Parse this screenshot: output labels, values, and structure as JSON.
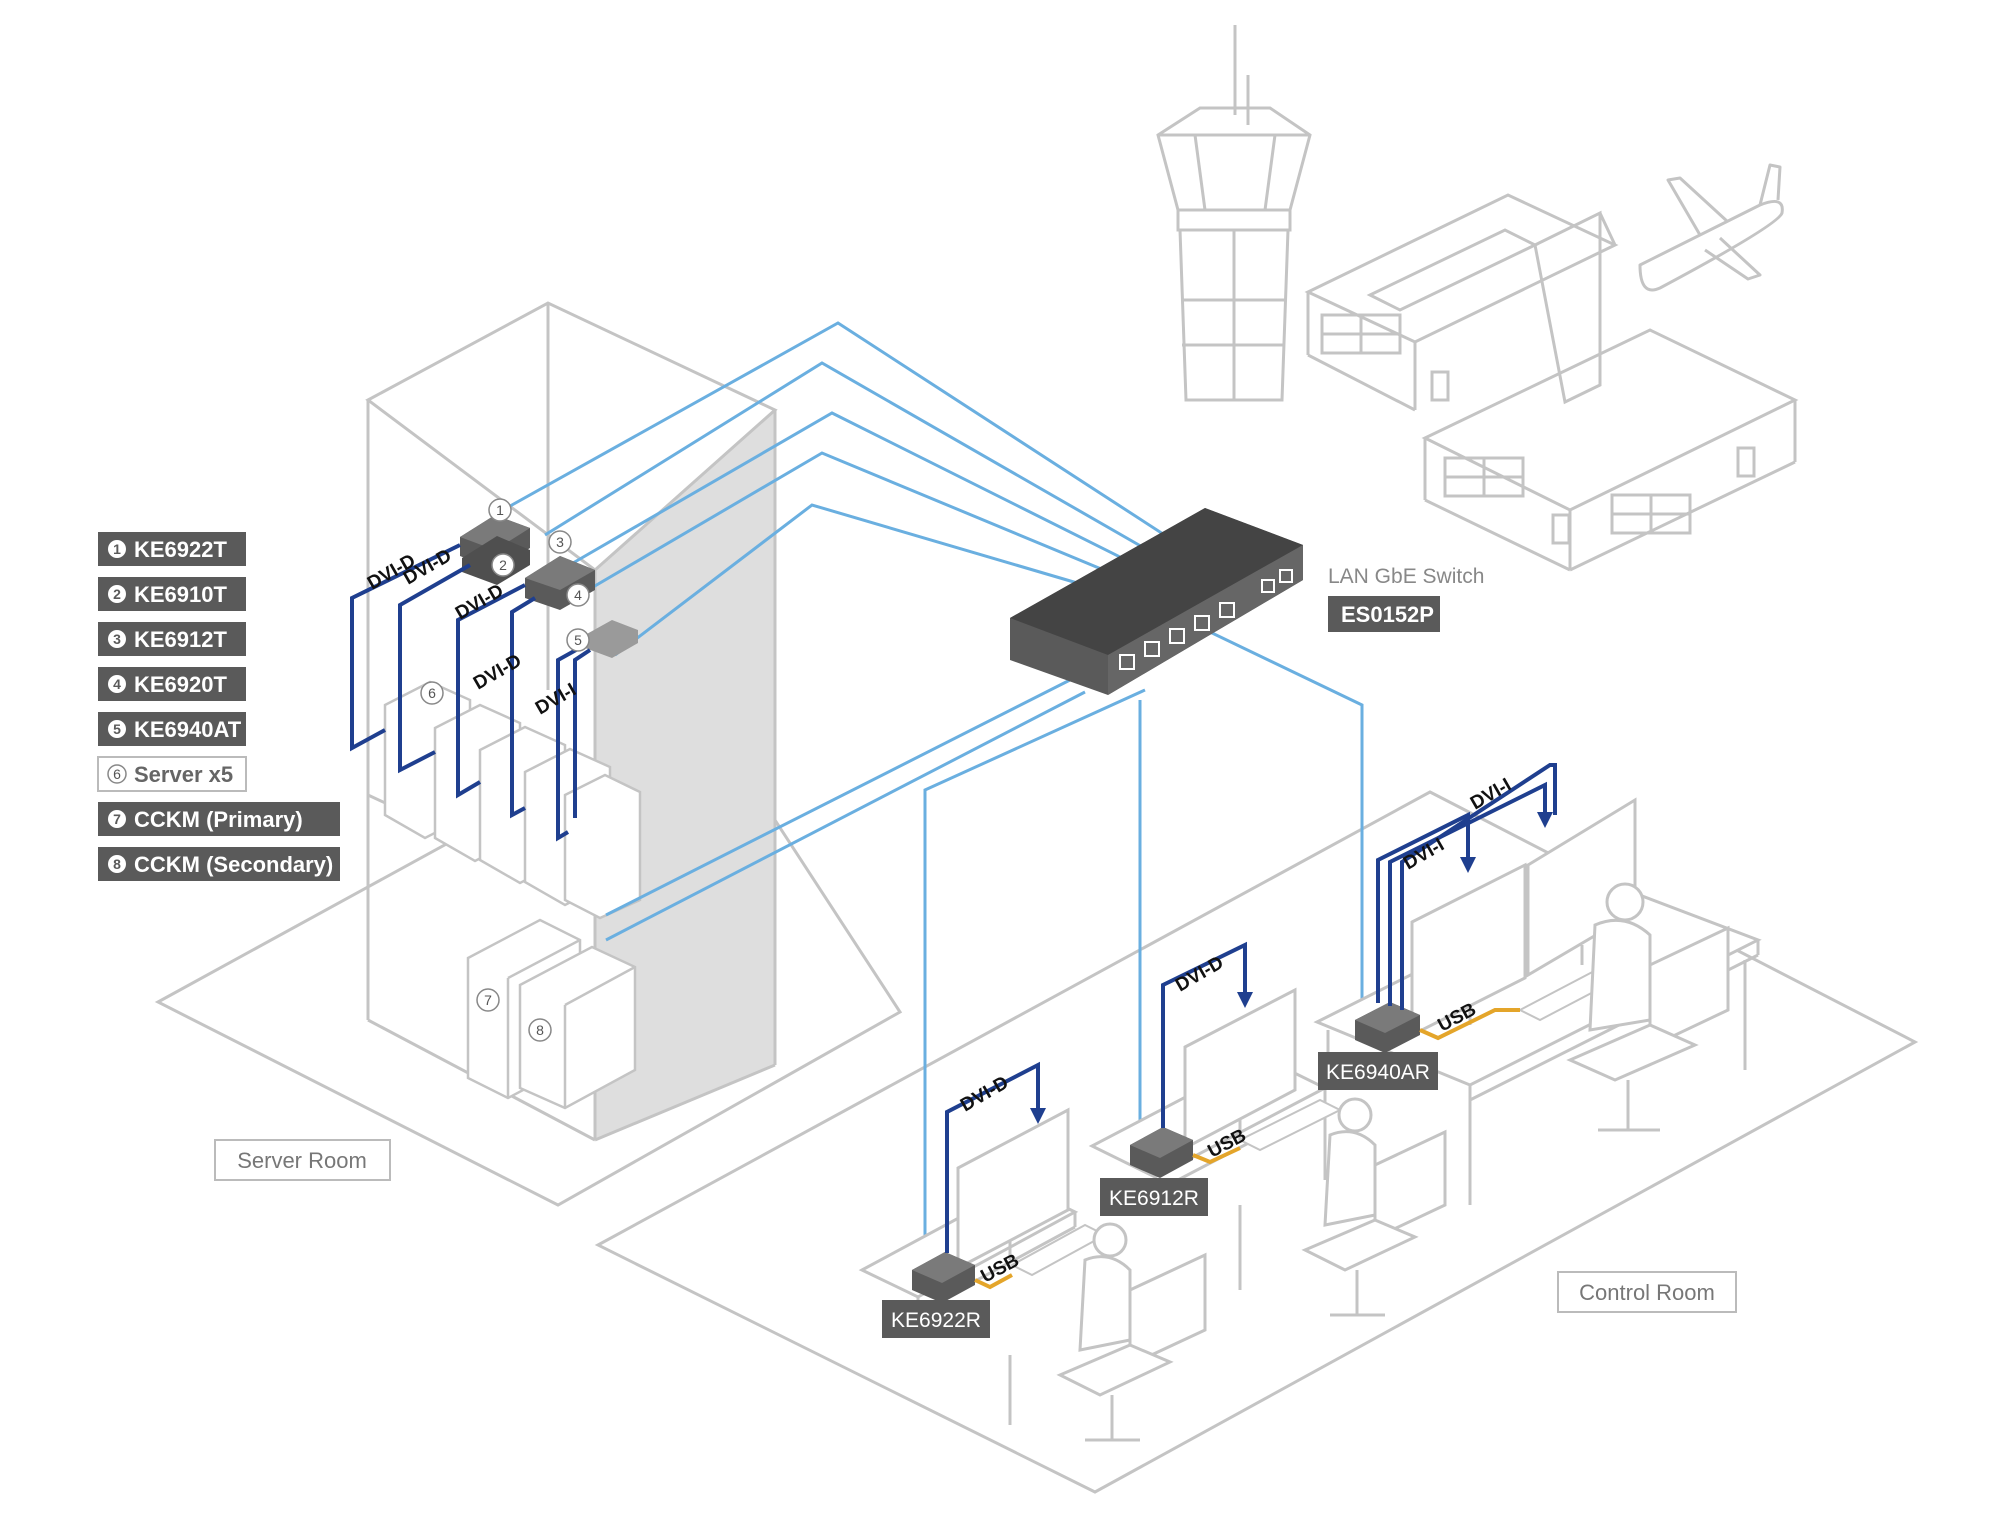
{
  "colors": {
    "outline": "#c4c4c4",
    "lan_cable": "#6aafe0",
    "dvi_cable": "#1f3f8f",
    "usb_cable": "#e4a52a",
    "device": "#5a5a5a",
    "label_bg": "#5a5a5a",
    "label_text": "#ffffff",
    "rack_shade": "#dedede"
  },
  "legend": {
    "items": [
      {
        "num": "1",
        "label": "KE6922T",
        "style": "filled"
      },
      {
        "num": "2",
        "label": "KE6910T",
        "style": "filled"
      },
      {
        "num": "3",
        "label": "KE6912T",
        "style": "filled"
      },
      {
        "num": "4",
        "label": "KE6920T",
        "style": "filled"
      },
      {
        "num": "5",
        "label": "KE6940AT",
        "style": "filled"
      },
      {
        "num": "6",
        "label": "Server x5",
        "style": "outlined"
      },
      {
        "num": "7",
        "label": "CCKM (Primary)",
        "style": "filled"
      },
      {
        "num": "8",
        "label": "CCKM (Secondary)",
        "style": "filled"
      }
    ]
  },
  "switch": {
    "caption": "LAN GbE Switch",
    "model": "ES0152P"
  },
  "rooms": {
    "server_room": "Server Room",
    "control_room": "Control Room"
  },
  "receivers": {
    "r1": "KE6922R",
    "r2": "KE6912R",
    "r3": "KE6940AR"
  },
  "cables": {
    "dvi_d": "DVI-D",
    "dvi_i": "DVI-I",
    "usb": "USB"
  },
  "device_numbers": [
    "1",
    "2",
    "3",
    "4",
    "5",
    "6",
    "7",
    "8"
  ],
  "icons": {
    "tower": "control-tower-icon",
    "terminal": "terminal-building-icon",
    "airplane": "airplane-icon"
  }
}
